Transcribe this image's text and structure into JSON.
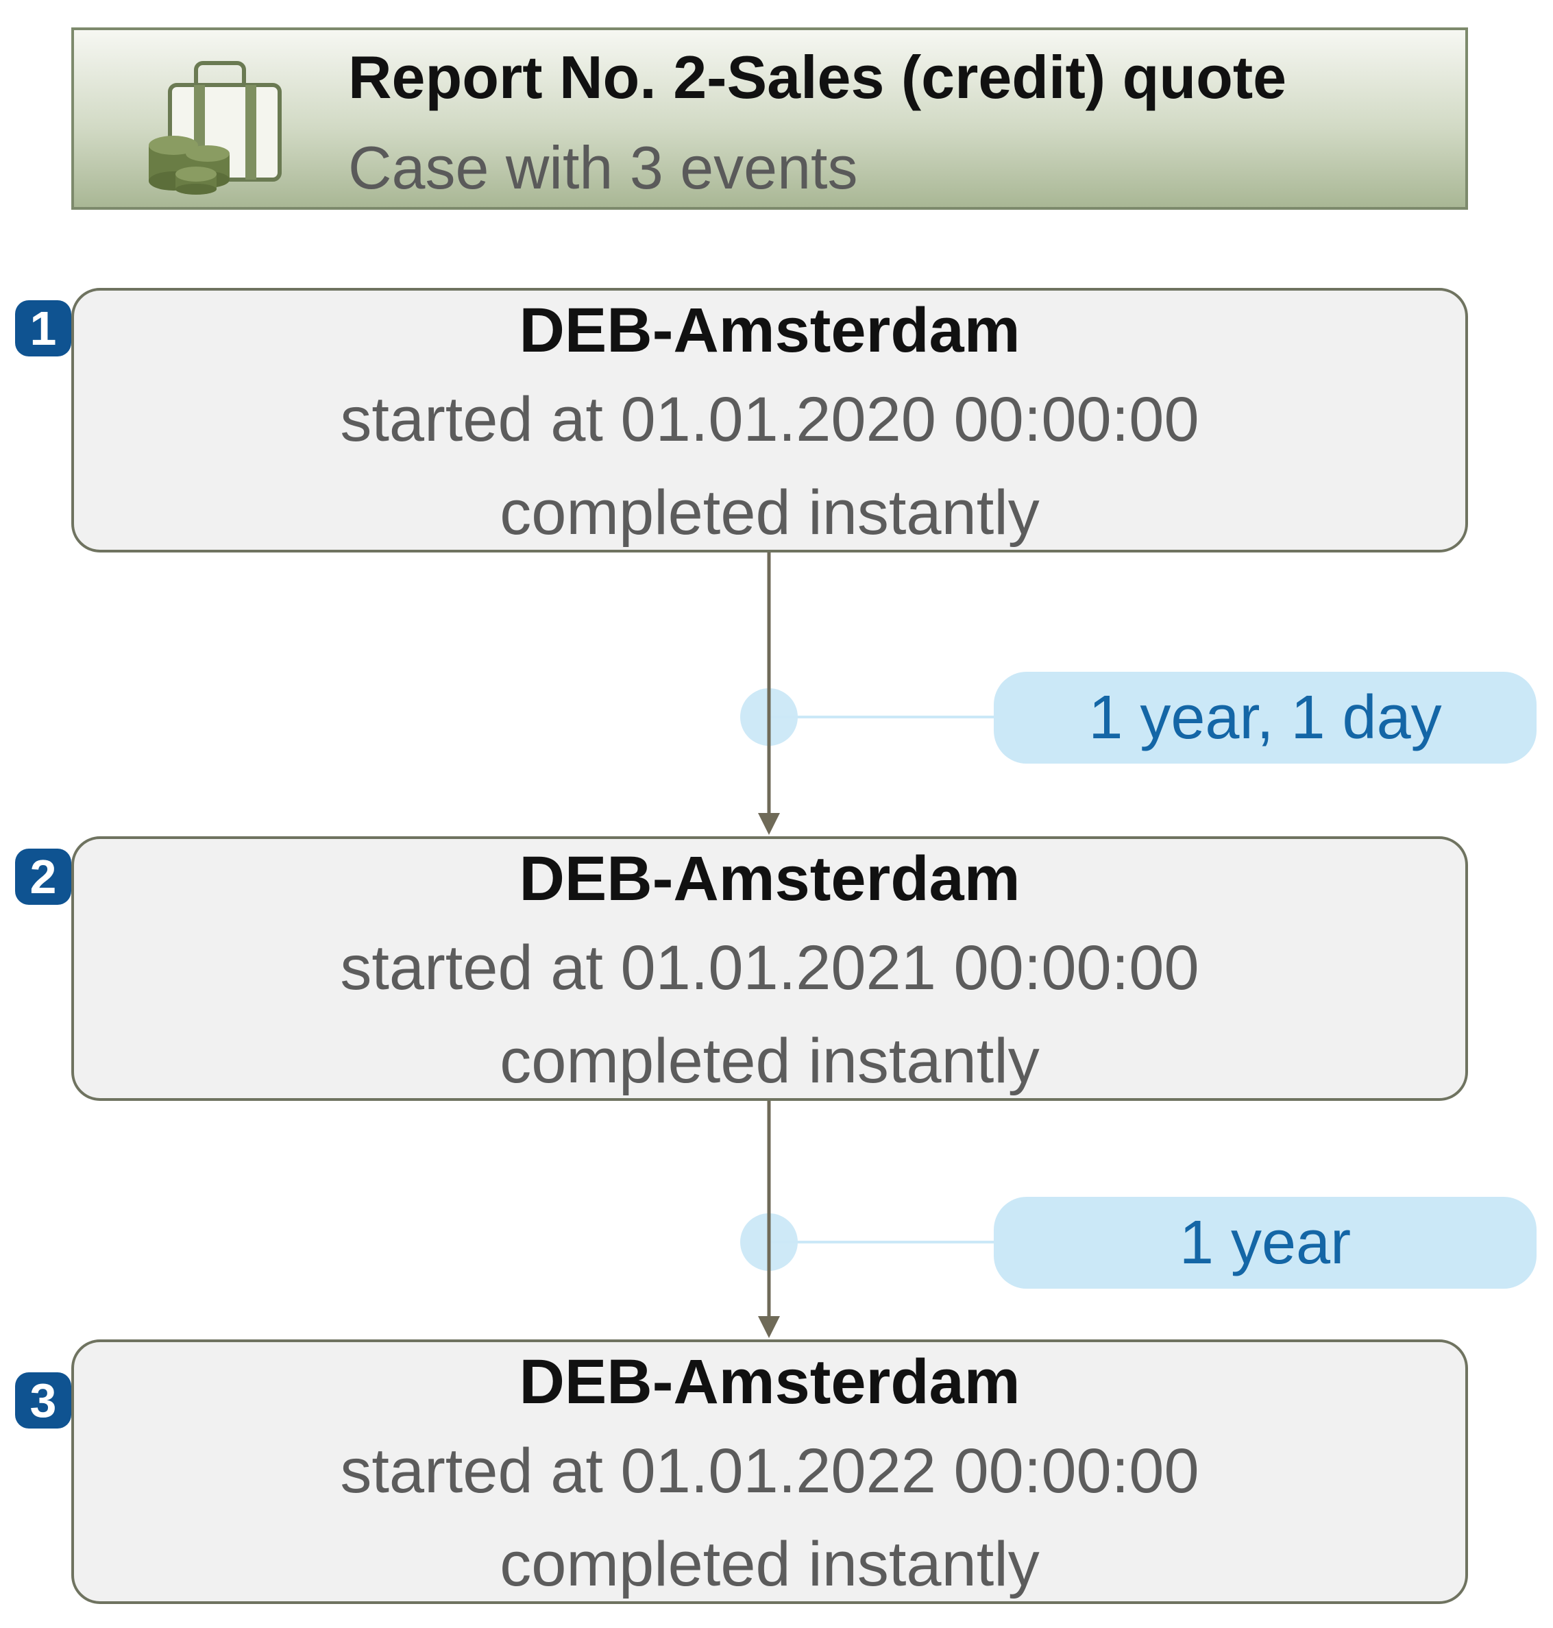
{
  "header": {
    "title": "Report No. 2-Sales (credit) quote",
    "subtitle": "Case with 3 events",
    "icon": "suitcase-with-coins-icon"
  },
  "events": [
    {
      "number": "1",
      "title": "DEB-Amsterdam",
      "started": "started at 01.01.2020 00:00:00",
      "completed": "completed instantly"
    },
    {
      "number": "2",
      "title": "DEB-Amsterdam",
      "started": "started at 01.01.2021 00:00:00",
      "completed": "completed instantly"
    },
    {
      "number": "3",
      "title": "DEB-Amsterdam",
      "started": "started at 01.01.2022 00:00:00",
      "completed": "completed instantly"
    }
  ],
  "durations": [
    {
      "label": "1 year, 1 day"
    },
    {
      "label": "1 year"
    }
  ],
  "colors": {
    "badge": "#0f5391",
    "duration_bg": "#cbe8f7",
    "duration_text": "#1466a6",
    "connector": "#6f6a58",
    "header_border": "#7d8a6c"
  }
}
